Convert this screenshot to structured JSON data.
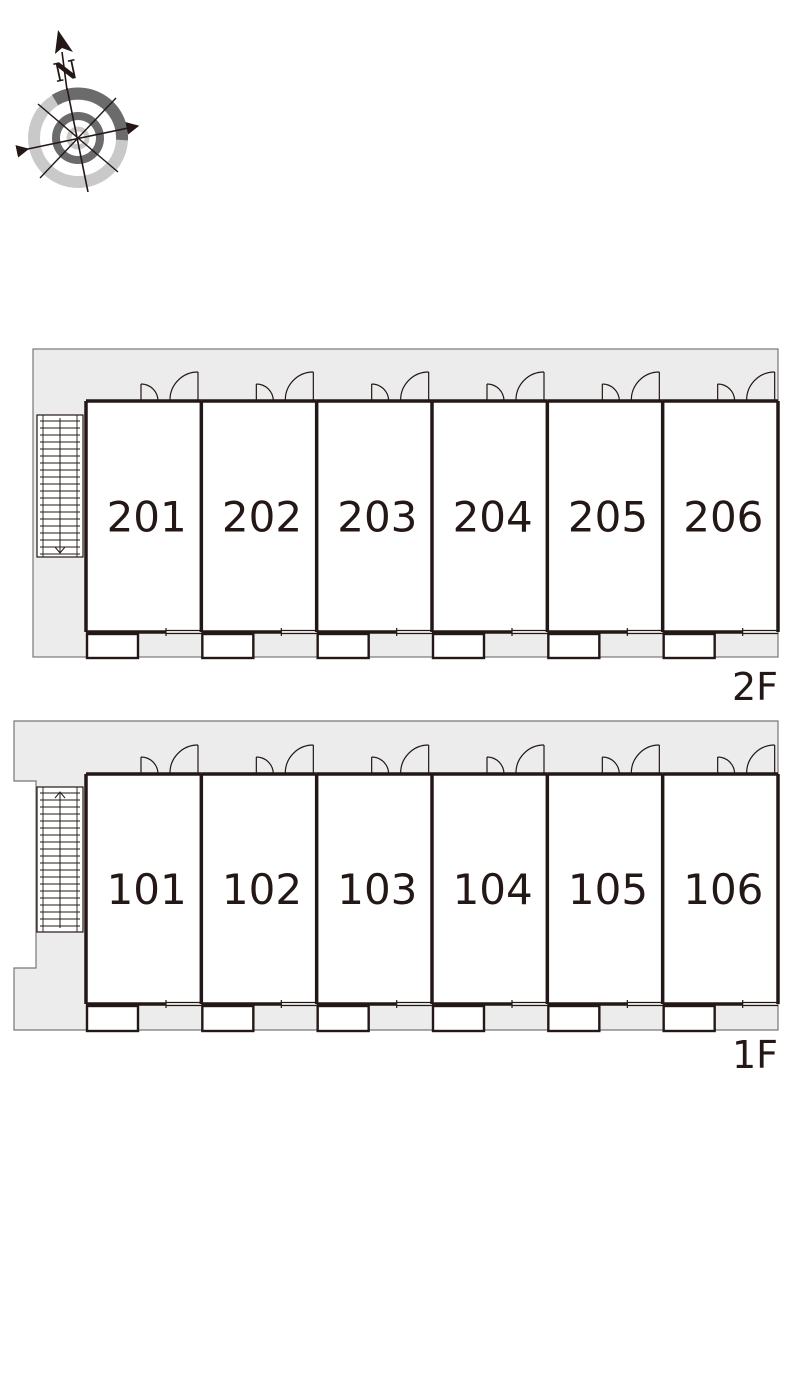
{
  "compass": {
    "label": "N",
    "icon": "compass-north-arrow-icon"
  },
  "floors": [
    {
      "id": "2F",
      "label": "2F",
      "units": [
        "201",
        "202",
        "203",
        "204",
        "205",
        "206"
      ]
    },
    {
      "id": "1F",
      "label": "1F",
      "units": [
        "101",
        "102",
        "103",
        "104",
        "105",
        "106"
      ]
    }
  ],
  "colors": {
    "corridor": "#ececec",
    "wall": "#231815",
    "thin_line": "#555555",
    "compass_ring_dark": "#6b6b6b",
    "compass_ring_light": "#c9c9c9"
  }
}
